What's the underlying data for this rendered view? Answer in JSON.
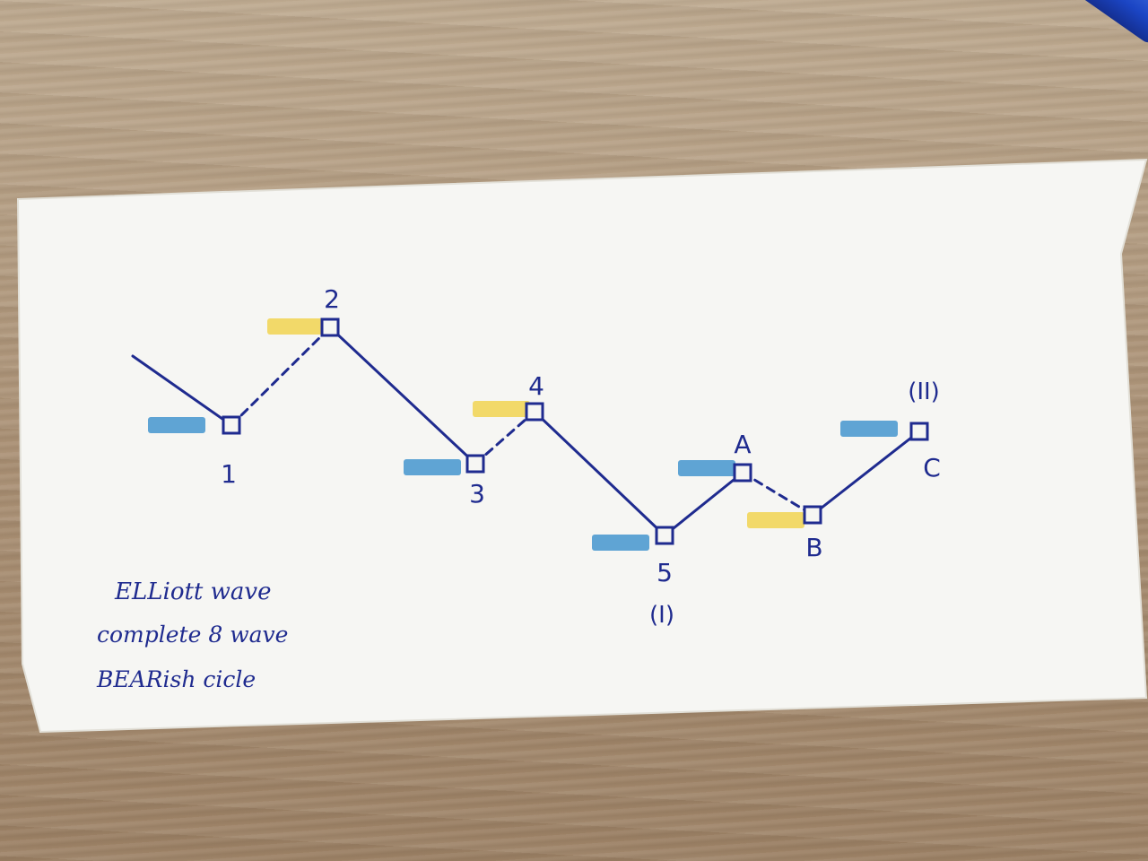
{
  "colors": {
    "ink": "#1f2b8f",
    "paper": "#f6f6f3",
    "blue_highlight": "#4f9bd0",
    "yellow_highlight": "#f2d65a"
  },
  "diagram": {
    "points": [
      {
        "id": "1",
        "label": "1",
        "sub": "",
        "marker": "blue"
      },
      {
        "id": "2",
        "label": "2",
        "sub": "",
        "marker": "yellow"
      },
      {
        "id": "3",
        "label": "3",
        "sub": "",
        "marker": "blue"
      },
      {
        "id": "4",
        "label": "4",
        "sub": "",
        "marker": "yellow"
      },
      {
        "id": "5",
        "label": "5",
        "sub": "(I)",
        "marker": "blue"
      },
      {
        "id": "A",
        "label": "A",
        "sub": "",
        "marker": "blue"
      },
      {
        "id": "B",
        "label": "B",
        "sub": "",
        "marker": "yellow"
      },
      {
        "id": "C",
        "label": "C",
        "sub": "(II)",
        "marker": "blue"
      }
    ],
    "segments": [
      {
        "from": "start",
        "to": "1",
        "style": "solid"
      },
      {
        "from": "1",
        "to": "2",
        "style": "dashed"
      },
      {
        "from": "2",
        "to": "3",
        "style": "solid"
      },
      {
        "from": "3",
        "to": "4",
        "style": "dashed"
      },
      {
        "from": "4",
        "to": "5",
        "style": "solid"
      },
      {
        "from": "5",
        "to": "A",
        "style": "solid"
      },
      {
        "from": "A",
        "to": "B",
        "style": "dashed"
      },
      {
        "from": "B",
        "to": "C",
        "style": "solid"
      }
    ]
  },
  "notes": {
    "line1": "ELLiott wave",
    "line2": "complete 8 wave",
    "line3": "BEARish cicle"
  }
}
